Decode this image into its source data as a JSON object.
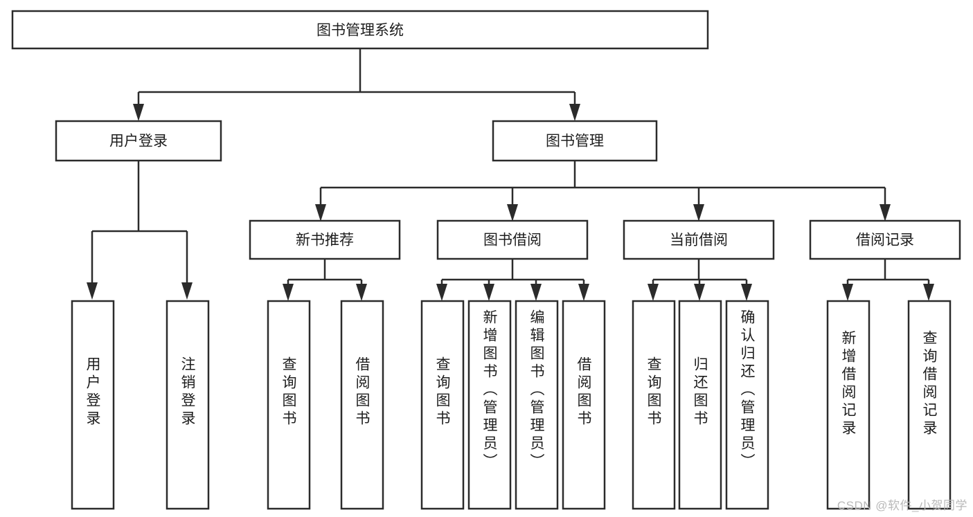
{
  "diagram": {
    "type": "tree-hierarchy-chart",
    "title": "图书管理系统",
    "background_color": "#ffffff",
    "line_color": "#2b2b2b",
    "text_color": "#1d1d1d",
    "levels": 4,
    "root": {
      "id": "root",
      "label": "图书管理系统",
      "orientation": "horizontal"
    },
    "level2": [
      {
        "id": "user-login",
        "label": "用户登录",
        "orientation": "horizontal"
      },
      {
        "id": "book-manage",
        "label": "图书管理",
        "orientation": "horizontal"
      }
    ],
    "level3": [
      {
        "id": "new-book-recommend",
        "label": "新书推荐",
        "orientation": "horizontal",
        "parent": "book-manage"
      },
      {
        "id": "book-borrow",
        "label": "图书借阅",
        "orientation": "horizontal",
        "parent": "book-manage"
      },
      {
        "id": "current-borrow",
        "label": "当前借阅",
        "orientation": "horizontal",
        "parent": "book-manage"
      },
      {
        "id": "borrow-record",
        "label": "借阅记录",
        "orientation": "horizontal",
        "parent": "book-manage"
      }
    ],
    "leaves": [
      {
        "id": "leaf-user-login",
        "label": "用户登录",
        "orientation": "vertical",
        "parent": "user-login"
      },
      {
        "id": "leaf-logout-login",
        "label": "注销登录",
        "orientation": "vertical",
        "parent": "user-login"
      },
      {
        "id": "leaf-query-book-1",
        "label": "查询图书",
        "orientation": "vertical",
        "parent": "new-book-recommend"
      },
      {
        "id": "leaf-borrow-book-1",
        "label": "借阅图书",
        "orientation": "vertical",
        "parent": "new-book-recommend"
      },
      {
        "id": "leaf-query-book-2",
        "label": "查询图书",
        "orientation": "vertical",
        "parent": "book-borrow"
      },
      {
        "id": "leaf-add-book",
        "label": "新增图书（管理员）",
        "orientation": "vertical",
        "parent": "book-borrow"
      },
      {
        "id": "leaf-edit-book",
        "label": "编辑图书（管理员）",
        "orientation": "vertical",
        "parent": "book-borrow"
      },
      {
        "id": "leaf-borrow-book-2",
        "label": "借阅图书",
        "orientation": "vertical",
        "parent": "book-borrow"
      },
      {
        "id": "leaf-query-book-3",
        "label": "查询图书",
        "orientation": "vertical",
        "parent": "current-borrow"
      },
      {
        "id": "leaf-return-book",
        "label": "归还图书",
        "orientation": "vertical",
        "parent": "current-borrow"
      },
      {
        "id": "leaf-confirm-return",
        "label": "确认归还（管理员）",
        "orientation": "vertical",
        "parent": "current-borrow"
      },
      {
        "id": "leaf-add-record",
        "label": "新增借阅记录",
        "orientation": "vertical",
        "parent": "borrow-record"
      },
      {
        "id": "leaf-query-record",
        "label": "查询借阅记录",
        "orientation": "vertical",
        "parent": "borrow-record"
      }
    ]
  },
  "watermark": {
    "text": "CSDN @软件_小贺同学"
  }
}
